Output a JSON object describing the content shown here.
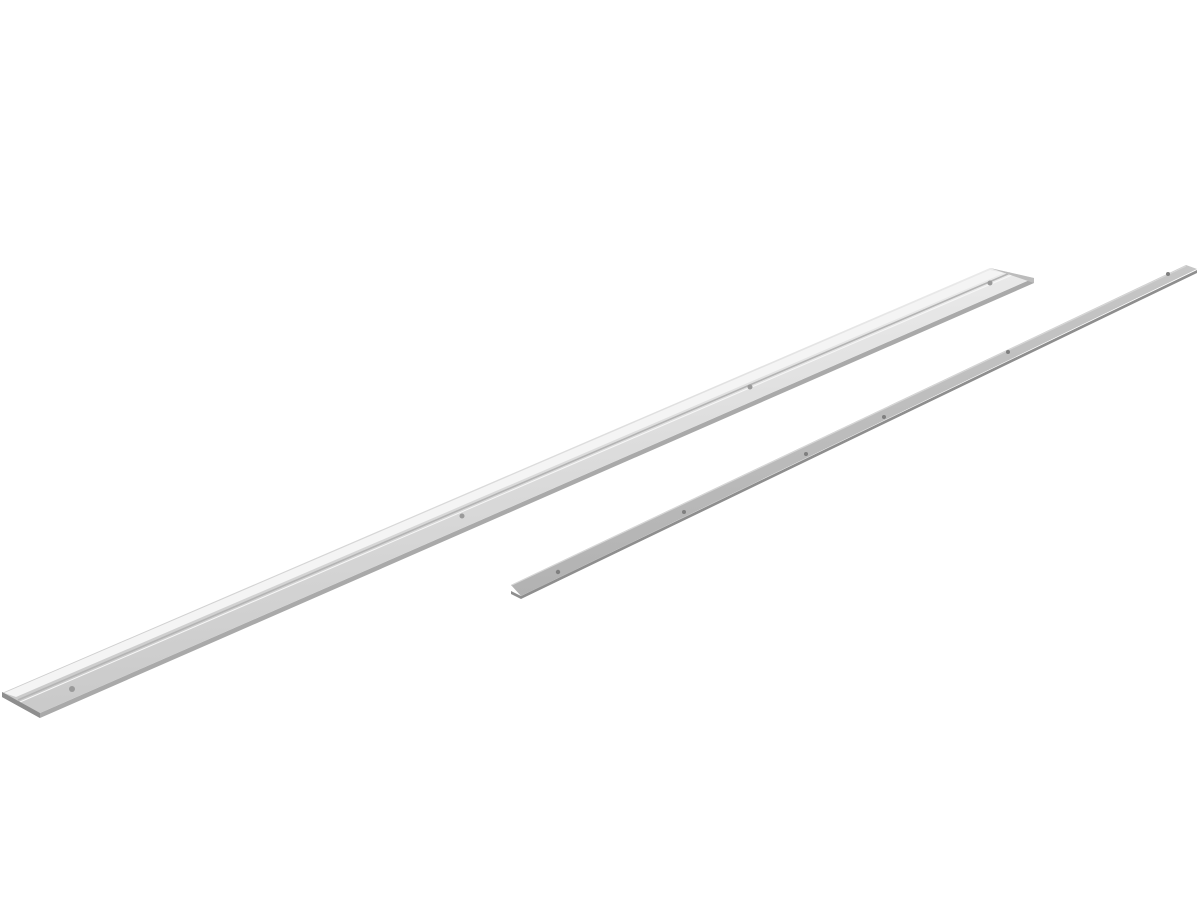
{
  "scene": {
    "background_color": "#ffffff",
    "objects": [
      {
        "name": "wide-aluminum-rail",
        "kind": "flat aluminum profile strip with center groove",
        "base_color": "#dcdcdc",
        "highlight_color": "#f2f2f2",
        "shadow_color": "#a8a8a8",
        "mounting_holes": 4
      },
      {
        "name": "narrow-steel-bar",
        "kind": "flat metal bar",
        "base_color": "#b9b9b9",
        "highlight_color": "#d4d4d4",
        "shadow_color": "#8f8f8f",
        "mounting_holes": 6
      }
    ]
  }
}
